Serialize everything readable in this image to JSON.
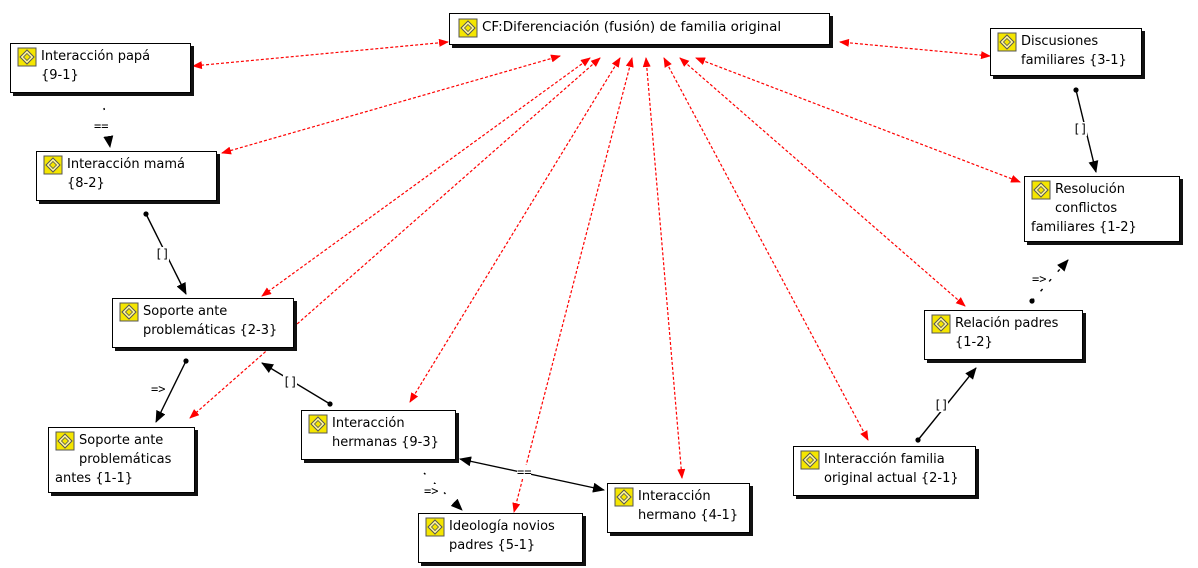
{
  "nodes": {
    "center": {
      "label": "CF:Diferenciación (fusión) de familia original",
      "icon": "code-icon"
    },
    "papa": {
      "label": "Interacción papá\n{9-1}",
      "icon": "code-icon"
    },
    "mama": {
      "label": "Interacción mamá\n{8-2}",
      "icon": "code-icon"
    },
    "soporte": {
      "label": "Soporte ante\nproblemáticas {2-3}",
      "icon": "code-icon"
    },
    "soporte_antes": {
      "label": "Soporte ante\nproblemáticas\nantes {1-1}",
      "icon": "code-icon"
    },
    "hermanas": {
      "label": "Interacción\nhermanas {9-3}",
      "icon": "code-icon"
    },
    "ideologia": {
      "label": "Ideología novios\npadres {5-1}",
      "icon": "code-icon"
    },
    "hermano": {
      "label": "Interacción\nhermano {4-1}",
      "icon": "code-icon"
    },
    "familia_actual": {
      "label": "Interacción familia\noriginal actual {2-1}",
      "icon": "code-icon"
    },
    "relacion_padres": {
      "label": "Relación padres\n{1-2}",
      "icon": "code-icon"
    },
    "resolucion": {
      "label": "Resolución\nconflictos\nfamiliares {1-2}",
      "icon": "code-icon"
    },
    "discusiones": {
      "label": "Discusiones\nfamiliares {3-1}",
      "icon": "code-icon"
    }
  },
  "relation_labels": {
    "papa_mama": "==",
    "mama_soporte": "[]",
    "soporte_antes": "=>",
    "hermanas_soporte": "[]",
    "hermanas_ideologia": "=>",
    "hermanas_hermano": "==",
    "familia_relacion": "[]",
    "relacion_resolucion": "=>",
    "discusiones_resolucion": "[]"
  },
  "colors": {
    "red_link": "#ff0000",
    "black_link": "#000000",
    "icon_fill": "#f5e600",
    "icon_stroke": "#555555"
  }
}
